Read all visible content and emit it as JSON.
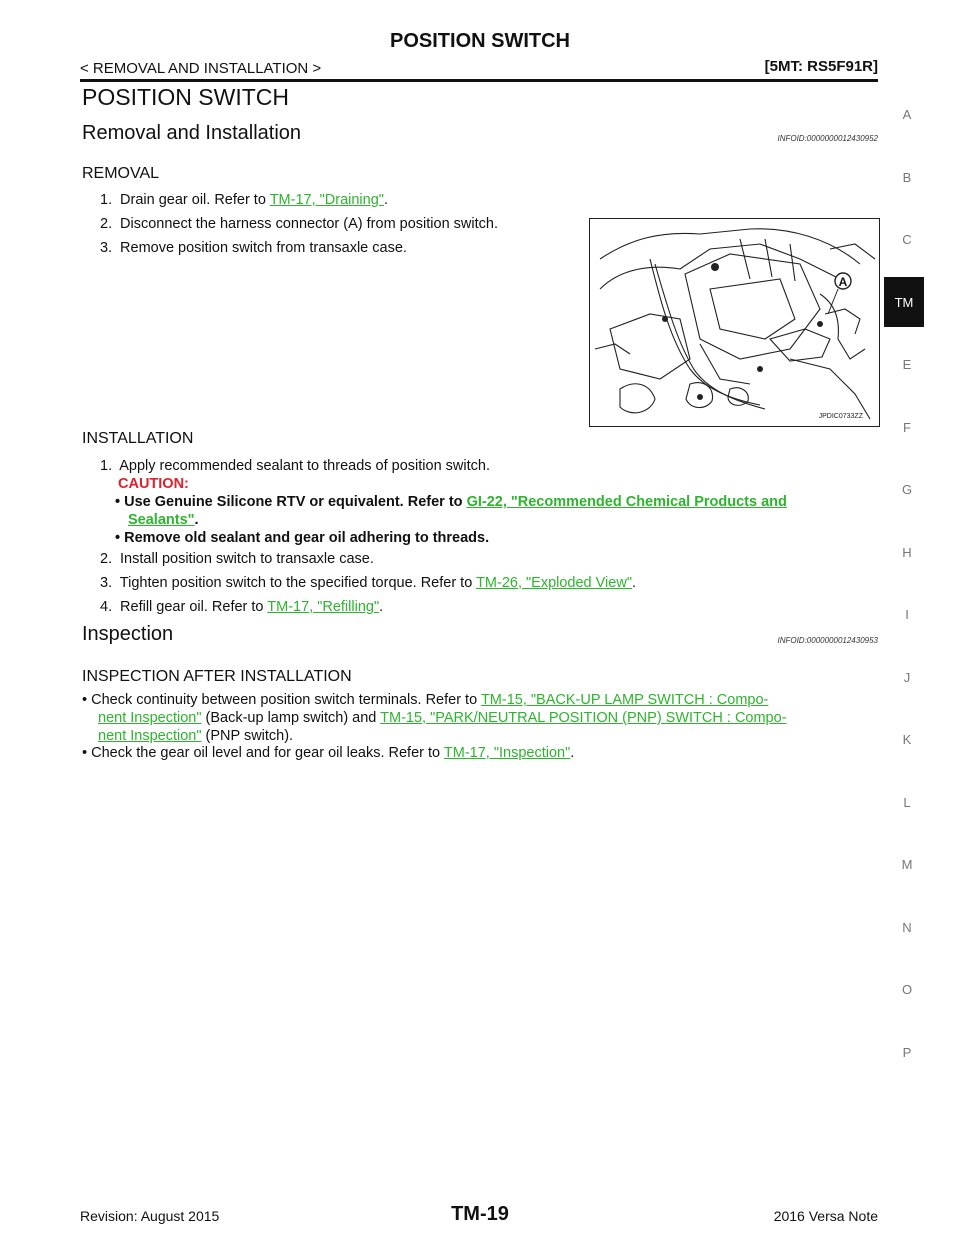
{
  "header": {
    "title": "POSITION SWITCH",
    "breadcrumb": "< REMOVAL AND INSTALLATION >",
    "model": "[5MT: RS5F91R]"
  },
  "page_title": "POSITION SWITCH",
  "removal_installation": {
    "heading": "Removal and Installation",
    "infoid": "INFOID:0000000012430952"
  },
  "removal": {
    "heading": "REMOVAL",
    "step1_text": "Drain gear oil. Refer to",
    "step1_link": "TM-17, \"Draining\"",
    "step2_text": "Disconnect the harness connector (A) from position switch.",
    "step3_text": "Remove position switch from transaxle case."
  },
  "figure": {
    "callout": "A",
    "code": "JPDIC0733ZZ"
  },
  "installation": {
    "heading": "INSTALLATION",
    "step1_text": "Apply recommended sealant to threads of position switch.",
    "caution_label": "CAUTION:",
    "caution1_text": "Use Genuine Silicone RTV or equivalent. Refer to",
    "caution1_link_a": "GI-22, \"Recommended Chemical Products and",
    "caution1_link_b": "Sealants\"",
    "caution2_text": "Remove old sealant and gear oil adhering to threads.",
    "step2_text": "Install position switch to transaxle case.",
    "step3_text": "Tighten position switch to the specified torque. Refer to",
    "step3_link": "TM-26, \"Exploded View\"",
    "step4_text": "Refill gear oil. Refer to",
    "step4_link": "TM-17, \"Refilling\""
  },
  "inspection": {
    "heading": "Inspection",
    "infoid": "INFOID:0000000012430953",
    "subheading": "INSPECTION AFTER INSTALLATION",
    "b1_text": "Check continuity between position switch terminals. Refer to",
    "b1_link1_a": "TM-15, \"BACK-UP LAMP SWITCH : Compo-",
    "b1_link1_b": "nent Inspection\"",
    "b1_mid": "(Back-up lamp switch) and",
    "b1_link2_a": "TM-15, \"PARK/NEUTRAL POSITION (PNP) SWITCH : Compo-",
    "b1_link2_b": "nent Inspection\"",
    "b1_end": "(PNP switch).",
    "b2_text": "Check the gear oil level and for gear oil leaks. Refer to",
    "b2_link": "TM-17, \"Inspection\""
  },
  "side_index": {
    "letters_top": [
      "A",
      "B",
      "C"
    ],
    "active": "TM",
    "letters_bottom": [
      "E",
      "F",
      "G",
      "H",
      "I",
      "J",
      "K",
      "L",
      "M",
      "N",
      "O",
      "P"
    ]
  },
  "footer": {
    "revision": "Revision: August 2015",
    "page": "TM-19",
    "model": "2016 Versa Note"
  }
}
